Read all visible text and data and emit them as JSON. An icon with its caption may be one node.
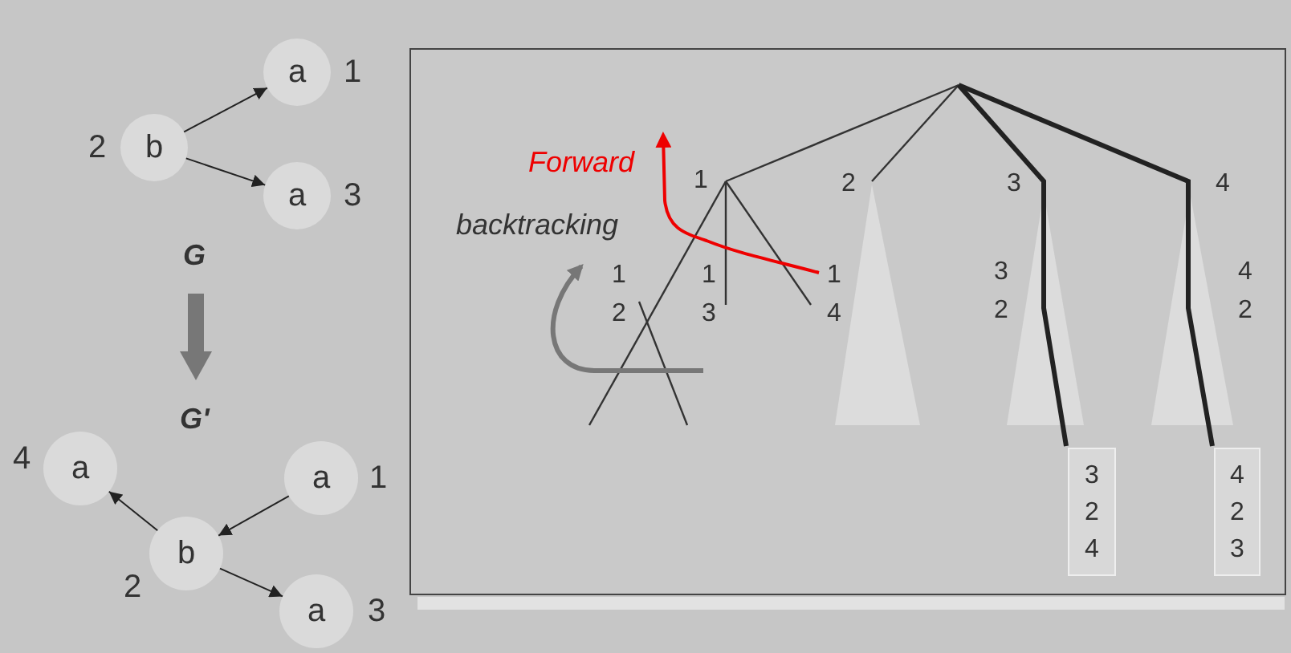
{
  "diagram": {
    "nodes": [
      {
        "text": [
          "b"
        ],
        "beside": [
          "2"
        ]
      },
      {
        "text": [
          "a"
        ],
        "beside": [
          "1"
        ]
      },
      {
        "text": [
          "a"
        ],
        "beside": [
          "3"
        ]
      },
      {
        "text": [
          "a"
        ],
        "beside": [
          "4"
        ]
      },
      {
        "text": [
          "a"
        ],
        "beside": [
          "1"
        ]
      },
      {
        "text": [
          "b"
        ],
        "beside": [
          "2"
        ]
      },
      {
        "text": [
          "a"
        ],
        "beside": [
          "3"
        ]
      },
      {
        "text": [],
        "shape": "box"
      },
      {
        "text": [
          "3 2 4"
        ],
        "in": 7
      },
      {
        "text": [
          "4 2 3"
        ],
        "in": 7
      }
    ],
    "edges": [
      {
        "from": 0,
        "to": 1,
        "arrow": "to"
      },
      {
        "from": 0,
        "to": 2,
        "arrow": "to"
      },
      {
        "from": 4,
        "to": 5,
        "arrow": "to"
      },
      {
        "from": 5,
        "to": 3,
        "arrow": "to"
      },
      {
        "from": 5,
        "to": 6,
        "arrow": "to"
      },
      {
        "from": null,
        "to": 8,
        "arrow": "none",
        "style": "thick"
      },
      {
        "from": null,
        "to": 9,
        "arrow": "none",
        "style": "thick"
      }
    ],
    "labels": [
      "G",
      "G'",
      "Forward",
      "1",
      "2",
      "3",
      "4",
      "backtracking",
      "1",
      "1",
      "1",
      "3",
      "4",
      "2",
      "3",
      "4",
      "2",
      "2"
    ]
  }
}
